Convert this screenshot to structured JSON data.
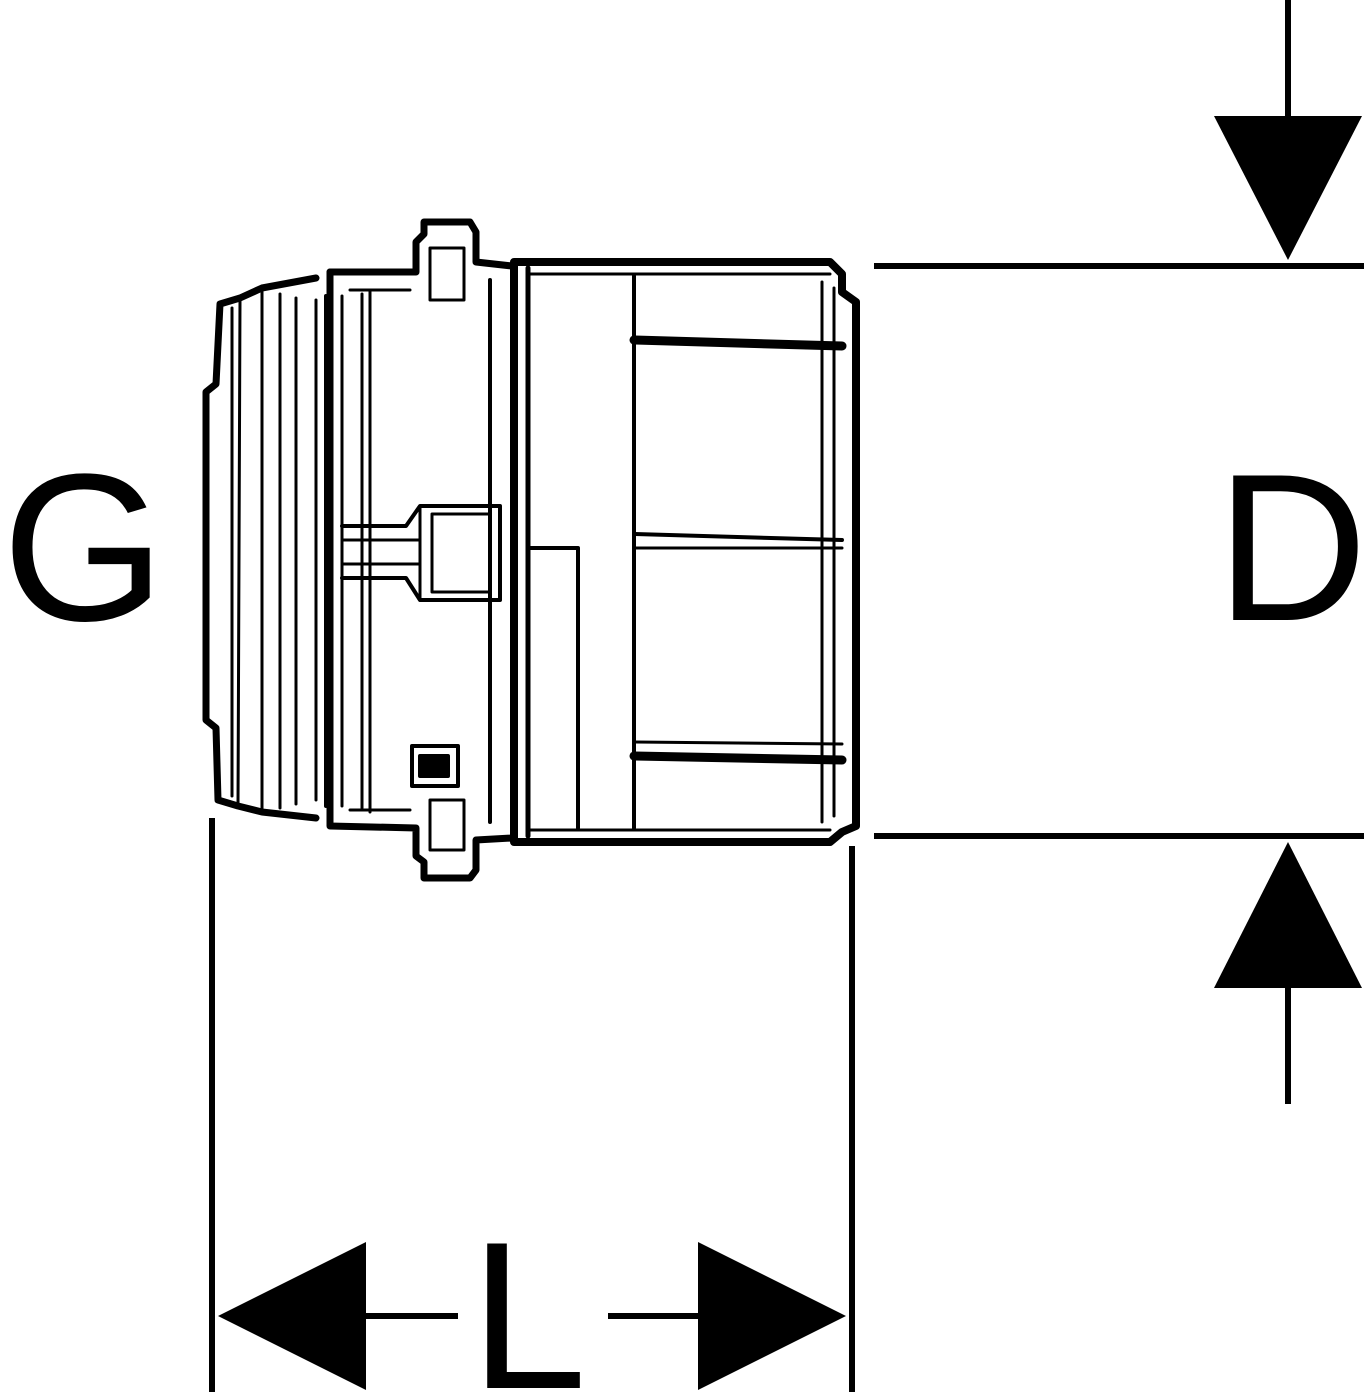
{
  "labels": {
    "thread_size": "G",
    "diameter": "D",
    "length": "L"
  },
  "colors": {
    "line": "#000000",
    "background": "#ffffff"
  }
}
